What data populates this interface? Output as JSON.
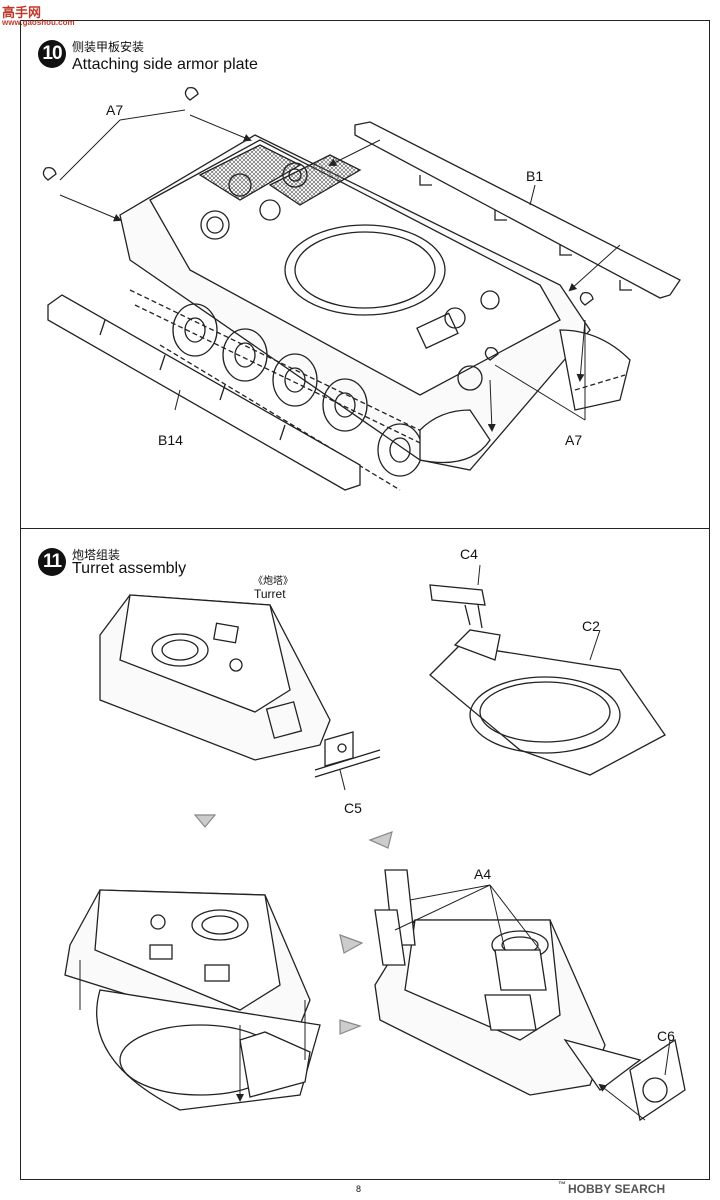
{
  "watermark_top": {
    "line1": "高手网",
    "line2": "www.gaoshou.com"
  },
  "watermark_bottom": {
    "brand": "HOBBY SEARCH",
    "mark": "™"
  },
  "steps": [
    {
      "number": "10",
      "title_cn": "侧装甲板安装",
      "title_en": "Attaching side armor plate",
      "part_labels": {
        "a7_top": "A7",
        "b1": "B1",
        "b14": "B14",
        "a7_bottom": "A7"
      }
    },
    {
      "number": "11",
      "title_cn": "炮塔组装",
      "title_en": "Turret assembly",
      "turret_cn": "《炮塔》",
      "turret_en": "Turret",
      "part_labels": {
        "c4": "C4",
        "c2": "C2",
        "c5": "C5",
        "a4": "A4",
        "c6": "C6"
      }
    }
  ],
  "page_number": "8"
}
